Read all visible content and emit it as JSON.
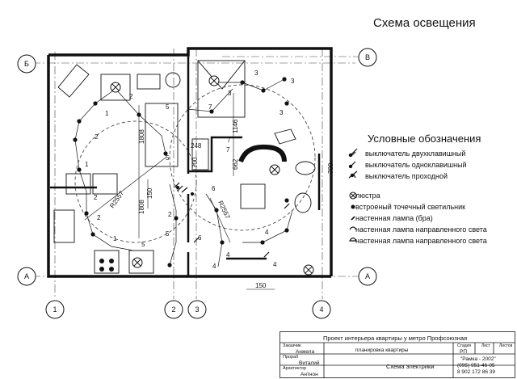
{
  "title": "Схема освещения",
  "axes": {
    "rows": [
      "Б",
      "В",
      "А",
      "А"
    ],
    "cols": [
      "1",
      "2",
      "3",
      "4"
    ]
  },
  "dimensions": {
    "d1808a": "1808",
    "d1808b": "1808",
    "d1146": "1146",
    "d662": "662",
    "d150a": "150",
    "d150b": "150",
    "d248": "248",
    "d700a": "700",
    "d700b": "700",
    "r2557a": "R2557",
    "r2557b": "R2557"
  },
  "marks": [
    "1",
    "2",
    "3",
    "4",
    "5",
    "6",
    "7"
  ],
  "legend": {
    "title": "Условные обозначения",
    "items": [
      "выключатель двухклавишный",
      "выключатель одноклавишный",
      "выключатель проходной",
      "люстра",
      "встроеный точечный светильник",
      "настенная лампа (бра)",
      "настенная лампа направленного света",
      "настенная лампа направленного света"
    ]
  },
  "title_block": {
    "project": "Проект интерьера квартиры у метро Профсоюзная",
    "customer_label": "Заказчик",
    "customer": "Анжела",
    "designer_label": "Прораб",
    "designer": "Виталий",
    "architect_label": "Архитектор",
    "architect": "Антнон",
    "sheet1": "планировка квартиры",
    "sheet2": "Схема электрики",
    "stage_label": "Стадия",
    "stage": "РП",
    "sheet_label": "Лист",
    "sheets_label": "Листов",
    "company": "\"Рамка - 2002\"",
    "phone1": "(095) 951-46-05",
    "phone2": "8 902 172 86 39"
  }
}
